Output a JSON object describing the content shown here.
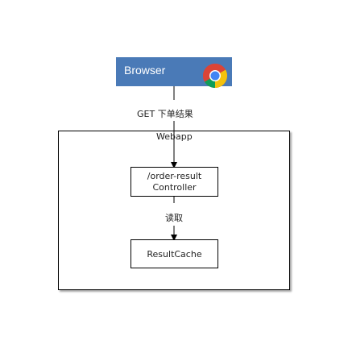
{
  "browser": {
    "label": "Browser",
    "icon": "chrome-logo-icon",
    "color": "#4a7ab7"
  },
  "request": {
    "label": "GET 下单结果"
  },
  "webapp": {
    "label": "Webapp"
  },
  "controller": {
    "line1": "/order-result",
    "line2": "Controller"
  },
  "read": {
    "label": "读取"
  },
  "cache": {
    "label": "ResultCache"
  }
}
